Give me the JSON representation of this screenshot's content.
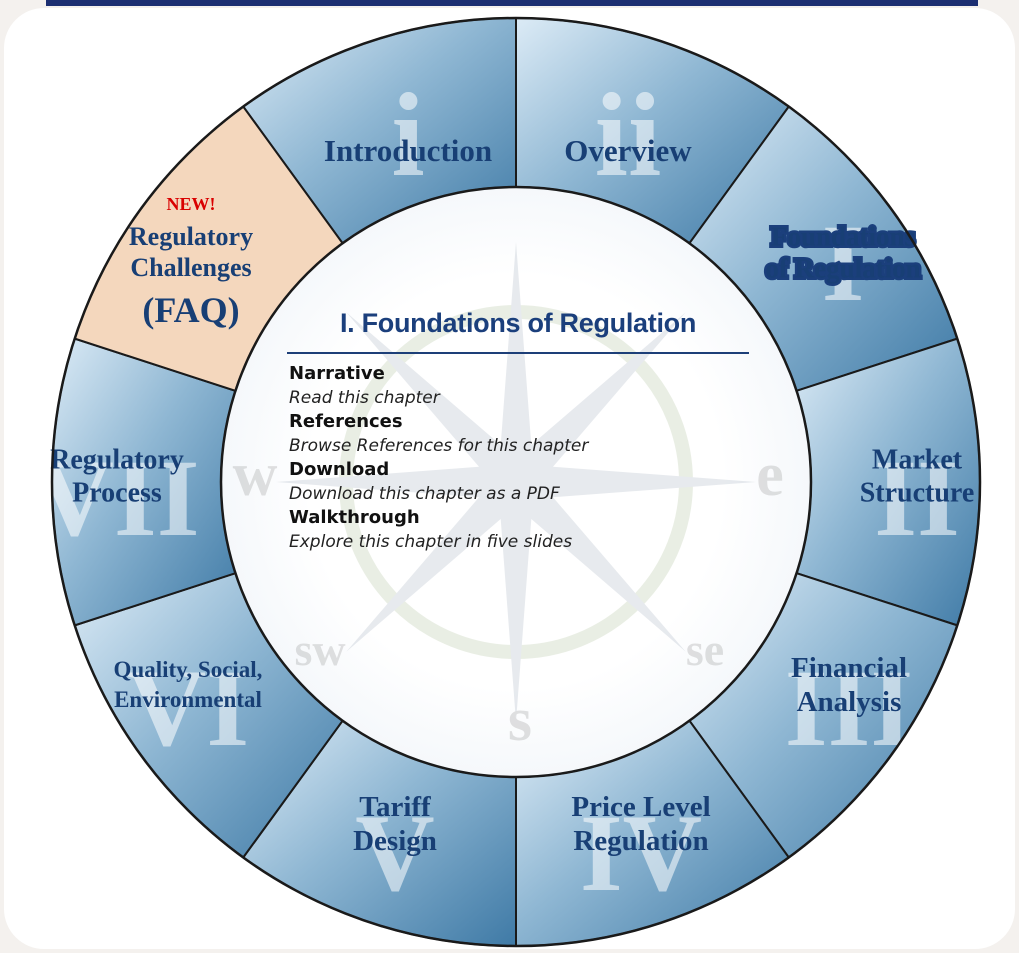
{
  "wheel": {
    "segments": [
      {
        "id": "introduction",
        "numeral": "i",
        "lines": [
          "Introduction"
        ]
      },
      {
        "id": "overview",
        "numeral": "ii",
        "lines": [
          "Overview"
        ]
      },
      {
        "id": "foundations",
        "numeral": "I",
        "lines": [
          "Foundations",
          "of Regulation"
        ]
      },
      {
        "id": "market-structure",
        "numeral": "II",
        "lines": [
          "Market",
          "Structure"
        ]
      },
      {
        "id": "financial-analysis",
        "numeral": "III",
        "lines": [
          "Financial",
          "Analysis"
        ]
      },
      {
        "id": "price-level",
        "numeral": "IV",
        "lines": [
          "Price Level",
          "Regulation"
        ]
      },
      {
        "id": "tariff-design",
        "numeral": "V",
        "lines": [
          "Tariff",
          "Design"
        ]
      },
      {
        "id": "quality",
        "numeral": "VI",
        "lines": [
          "Quality, Social,",
          "Environmental"
        ]
      },
      {
        "id": "regulatory-process",
        "numeral": "VII",
        "lines": [
          "Regulatory",
          "Process"
        ]
      },
      {
        "id": "faq",
        "numeral": "",
        "badge": "NEW!",
        "lines": [
          "Regulatory",
          "Challenges",
          "(FAQ)"
        ]
      }
    ],
    "compass_letters": [
      "w",
      "e",
      "sw",
      "se",
      "s"
    ]
  },
  "panel": {
    "title": "I. Foundations of Regulation",
    "items": [
      {
        "heading": "Narrative",
        "description": "Read this chapter"
      },
      {
        "heading": "References",
        "description": "Browse References for this chapter"
      },
      {
        "heading": "Download",
        "description": "Download this chapter as a PDF"
      },
      {
        "heading": "Walkthrough",
        "description": "Explore this chapter in five slides"
      }
    ]
  },
  "colors": {
    "accent": "#1b3f7c",
    "faq_fill": "#f4d7bd",
    "badge": "#d90000"
  }
}
